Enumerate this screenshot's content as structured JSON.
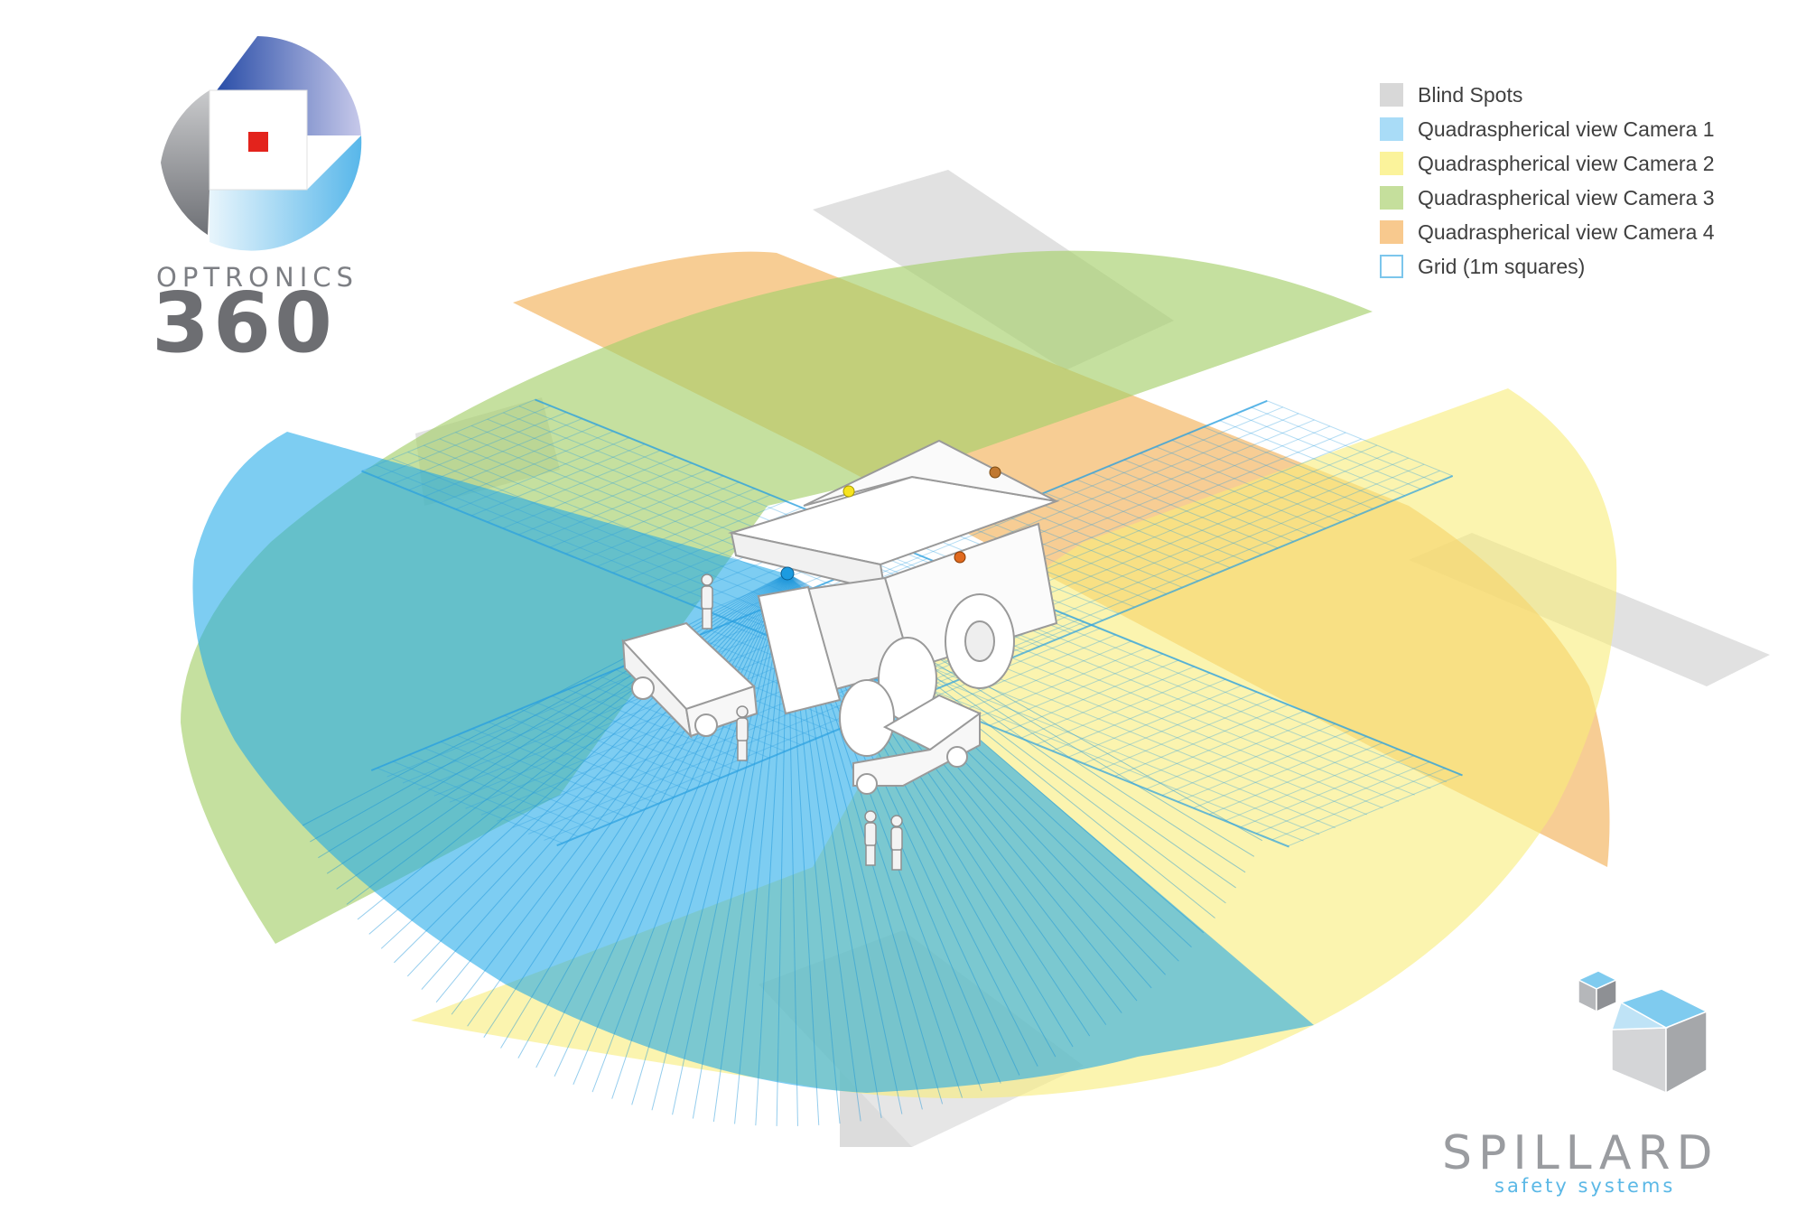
{
  "logo": {
    "word": "OPTRONICS",
    "number": "360",
    "accent_color": "#e3231c"
  },
  "legend": {
    "items": [
      {
        "label": "Blind Spots",
        "color": "#d8d8d8",
        "kind": "fill"
      },
      {
        "label": "Quadraspherical view Camera 1",
        "color": "#a9dcf7",
        "kind": "fill"
      },
      {
        "label": "Quadraspherical view Camera 2",
        "color": "#fbf39b",
        "kind": "fill"
      },
      {
        "label": "Quadraspherical view Camera 3",
        "color": "#c5df9c",
        "kind": "fill"
      },
      {
        "label": "Quadraspherical view Camera 4",
        "color": "#f8c98e",
        "kind": "fill"
      },
      {
        "label": "Grid (1m squares)",
        "color": "#7cc6ec",
        "kind": "outline"
      }
    ]
  },
  "brand": {
    "name": "SPILLARD",
    "tagline": "safety systems"
  },
  "colors": {
    "camera1": "#1fa8e8",
    "camera2": "#f9ed7a",
    "camera3": "#a6cf6c",
    "camera4": "#f4b866",
    "blind": "#cfcfcf",
    "grid": "#2a9fe0"
  }
}
